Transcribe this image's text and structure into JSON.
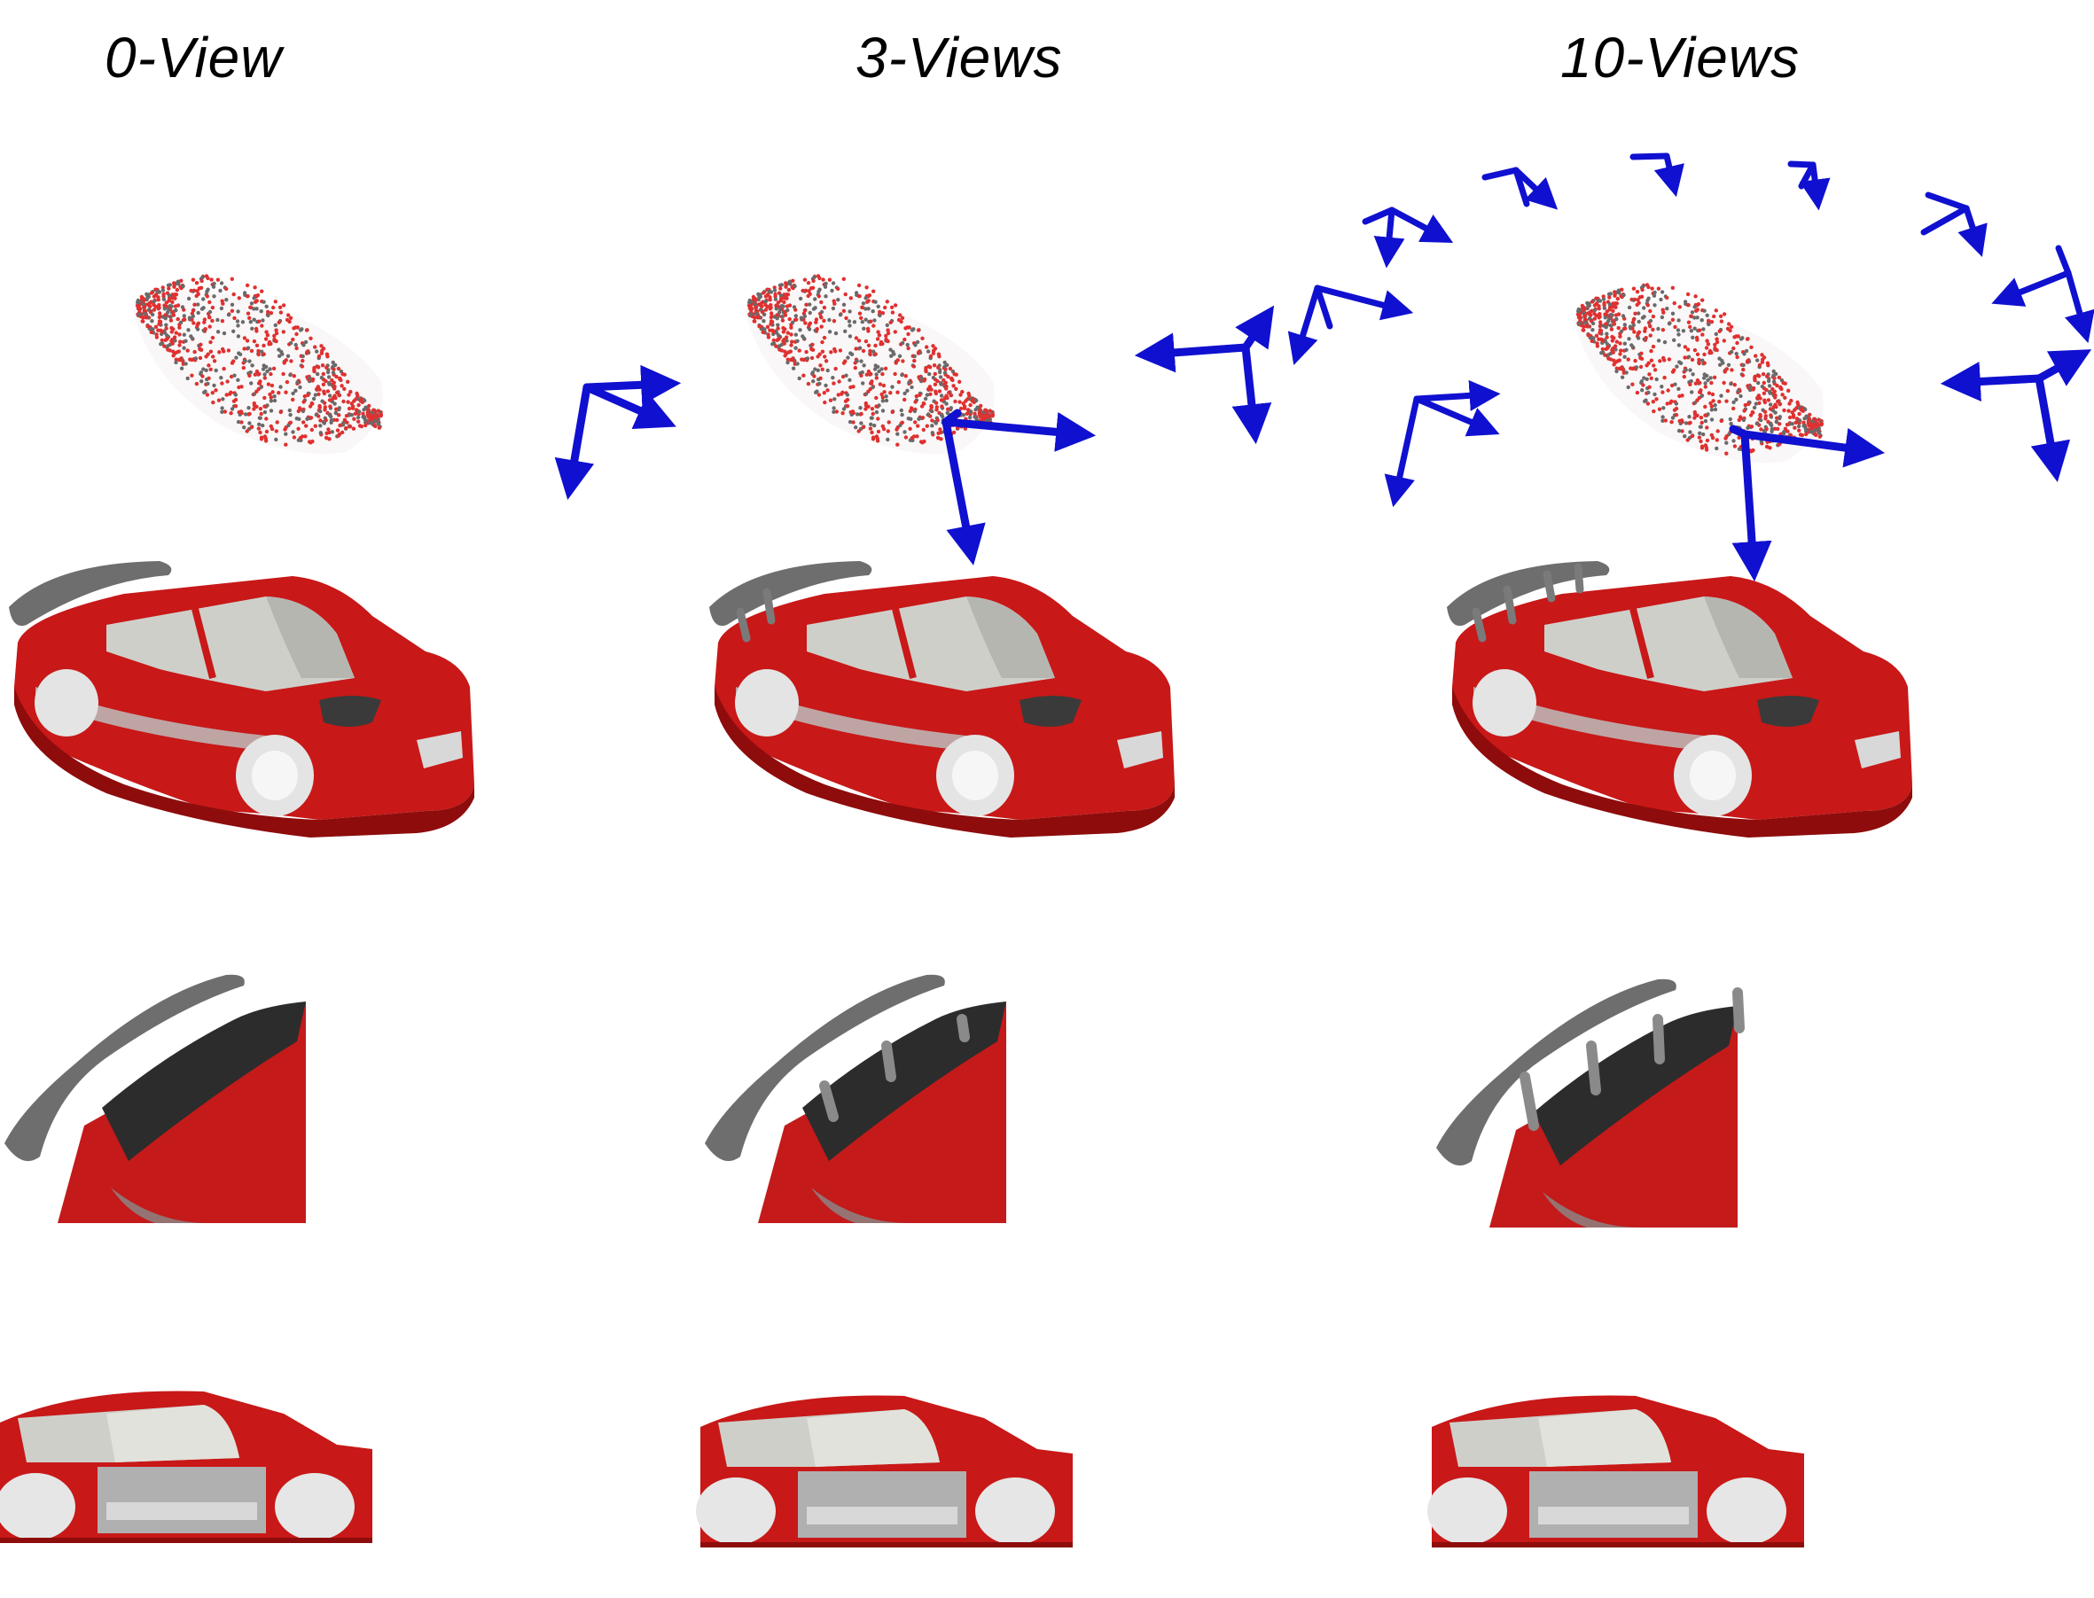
{
  "columns": [
    {
      "title": "0-View",
      "views": 0
    },
    {
      "title": "3-Views",
      "views": 3
    },
    {
      "title": "10-Views",
      "views": 10
    }
  ],
  "colors": {
    "background": "#ffffff",
    "camera_axes": "#1010d0",
    "car_body": "#c81818",
    "car_body_dark": "#8e0c0c",
    "car_window": "#cfcfca",
    "wheel": "#e4e4e4",
    "spoiler": "#6e6e6e",
    "point_red": "#e03030",
    "point_gray": "#6a6a6a"
  },
  "icons": [
    "camera-pose-icon",
    "point-cloud",
    "car-mesh-render",
    "spoiler-closeup",
    "side-closeup"
  ]
}
